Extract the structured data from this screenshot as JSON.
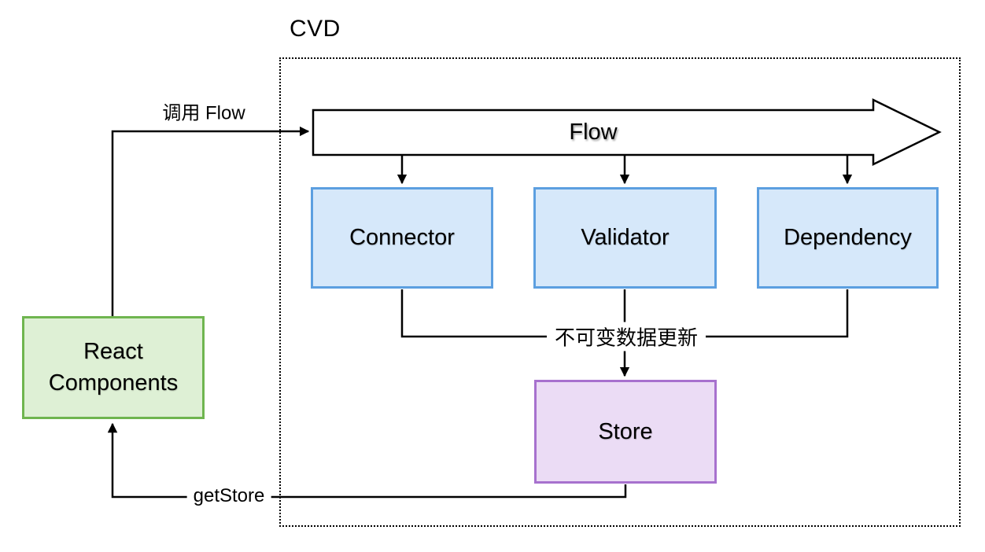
{
  "diagram": {
    "title": "CVD",
    "flow": {
      "label": "Flow"
    },
    "boxes": {
      "react_components": {
        "label": "React Components"
      },
      "connector": {
        "label": "Connector"
      },
      "validator": {
        "label": "Validator"
      },
      "dependency": {
        "label": "Dependency"
      },
      "store": {
        "label": "Store"
      }
    },
    "edges": {
      "call_flow": {
        "label": "调用 Flow"
      },
      "immutable_update": {
        "label": "不可变数据更新"
      },
      "get_store": {
        "label": "getStore"
      }
    },
    "colors": {
      "background": "#ffffff",
      "line": "#000000",
      "box_blue_fill": "#d6e8fa",
      "box_blue_border": "#5c9fe0",
      "box_green_fill": "#def0d5",
      "box_green_border": "#6fb54f",
      "box_purple_fill": "#ebdcf5",
      "box_purple_border": "#a771ce"
    }
  }
}
